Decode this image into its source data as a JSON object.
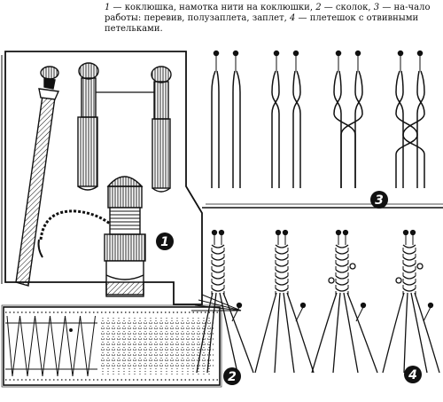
{
  "caption": {
    "items": [
      {
        "num": "1",
        "text": " — коклюшка, намотка нити на коклюшки, "
      },
      {
        "num": "2",
        "text": " — сколок, "
      },
      {
        "num": "3",
        "text": " — на-чало работы: перевив, полузаплета, заплет, "
      },
      {
        "num": "4",
        "text": " — плетешок с отвивными петельками."
      }
    ]
  },
  "figures": [
    {
      "number": "1",
      "subject": "bobbin"
    },
    {
      "number": "2",
      "subject": "pattern"
    },
    {
      "number": "3",
      "subject": "twist-half-stitch-stitch"
    },
    {
      "number": "4",
      "subject": "braid-with-picots"
    }
  ],
  "colors": {
    "ink": "#111111",
    "paper": "#ffffff"
  }
}
